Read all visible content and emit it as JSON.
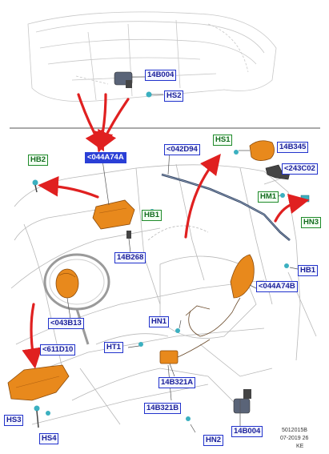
{
  "labels": {
    "b14b004_top": "14B004",
    "hs2": "HS2",
    "hs1": "HS1",
    "b14b345": "14B345",
    "b042d94": "<042D94",
    "b044a74a": "<044A74A",
    "hb2": "HB2",
    "b243c02": "<243C02",
    "hm1": "HM1",
    "hb1_left": "HB1",
    "hn3": "HN3",
    "b14b268": "14B268",
    "hb1_right": "HB1",
    "b044a74b": "<044A74B",
    "b043b13": "<043B13",
    "hn1": "HN1",
    "b611d10": "<611D10",
    "ht1": "HT1",
    "b14b321a": "14B321A",
    "b14b321b": "14B321B",
    "hs3": "HS3",
    "hs4": "HS4",
    "hn2": "HN2",
    "b14b004_bottom": "14B004"
  },
  "footer": {
    "code": "5012015B",
    "date": "07-2019 26",
    "author": "KE"
  },
  "colors": {
    "label_blue": "#2233cc",
    "label_green": "#1f8a2a",
    "highlight": "#2a3fd6",
    "arrow_red": "#e02020",
    "module_orange": "#e8891c"
  }
}
